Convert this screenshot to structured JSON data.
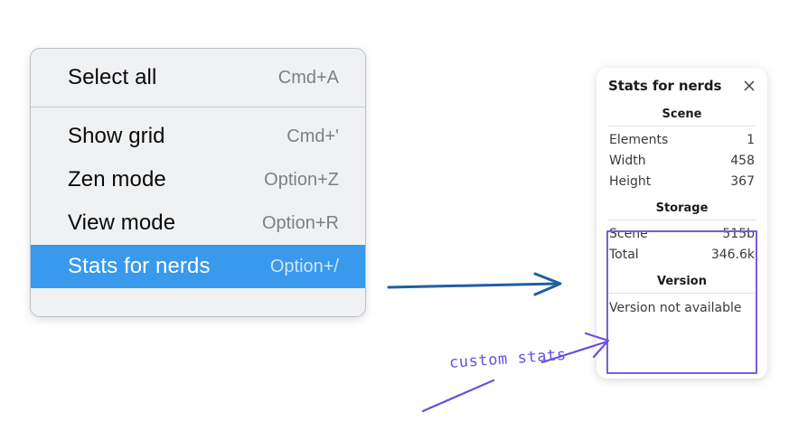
{
  "menu": {
    "groups": [
      {
        "name": "group-1",
        "items": [
          {
            "label": "Select all",
            "shortcut": "Cmd+A",
            "selected": false,
            "key": "select-all"
          }
        ]
      },
      {
        "name": "group-2",
        "items": [
          {
            "label": "Show grid",
            "shortcut": "Cmd+'",
            "selected": false,
            "key": "show-grid"
          },
          {
            "label": "Zen mode",
            "shortcut": "Option+Z",
            "selected": false,
            "key": "zen-mode"
          },
          {
            "label": "View mode",
            "shortcut": "Option+R",
            "selected": false,
            "key": "view-mode"
          },
          {
            "label": "Stats for nerds",
            "shortcut": "Option+/",
            "selected": true,
            "key": "stats-for-nerds"
          }
        ]
      }
    ],
    "selected_background": "#3899ed",
    "background": "#f0f1f3"
  },
  "stats_panel": {
    "title": "Stats for nerds",
    "close_icon": "close-icon",
    "sections": [
      {
        "heading": "Scene",
        "key": "scene",
        "rows": [
          {
            "label": "Elements",
            "value": "1"
          },
          {
            "label": "Width",
            "value": "458"
          },
          {
            "label": "Height",
            "value": "367"
          }
        ]
      },
      {
        "heading": "Storage",
        "key": "storage",
        "rows": [
          {
            "label": "Scene",
            "value": "515b"
          },
          {
            "label": "Total",
            "value": "346.6k"
          }
        ]
      },
      {
        "heading": "Version",
        "key": "version",
        "rows": [],
        "note": "Version not available"
      }
    ]
  },
  "annotations": {
    "handwritten_label": "custom stats",
    "handwriting_color": "#6b4ee0",
    "highlight_color": "#7b5cd6",
    "arrow_color": "#1f5fa0"
  }
}
